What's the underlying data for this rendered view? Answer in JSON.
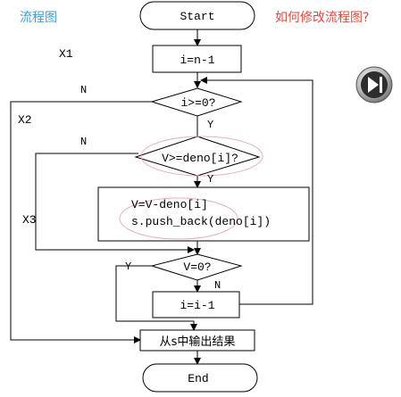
{
  "header": {
    "title_left": "流程图",
    "title_right": "如何修改流程图?"
  },
  "flowchart": {
    "start": "Start",
    "init": "i=n-1",
    "cond_i": "i>=0?",
    "cond_v": "V>=deno[i]?",
    "body_line1": "V=V-deno[i]",
    "body_line2": "s.push_back(deno[i])",
    "cond_zero": "V=0?",
    "decrement": "i=i-1",
    "output": "从s中输出结果",
    "end": "End"
  },
  "edge_labels": {
    "yes_1": "Y",
    "yes_2": "Y",
    "yes_3": "Y",
    "no_1": "N",
    "no_2": "N",
    "no_3": "N"
  },
  "annotations": {
    "x1": "X1",
    "x2": "X2",
    "x3": "X3"
  },
  "controls": {
    "next_button": "play-next-icon"
  },
  "colors": {
    "header_left": "#3b9fd8",
    "header_right": "#e8473a",
    "highlight_ellipse": "#e8a0a8"
  }
}
